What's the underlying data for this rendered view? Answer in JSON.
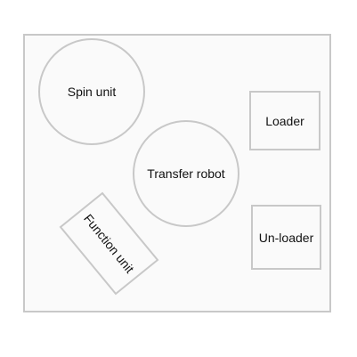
{
  "diagram": {
    "components": {
      "spin_unit": "Spin unit",
      "transfer_robot": "Transfer robot",
      "loader": "Loader",
      "function_unit": "Function unit",
      "unloader": "Un-loader"
    }
  }
}
